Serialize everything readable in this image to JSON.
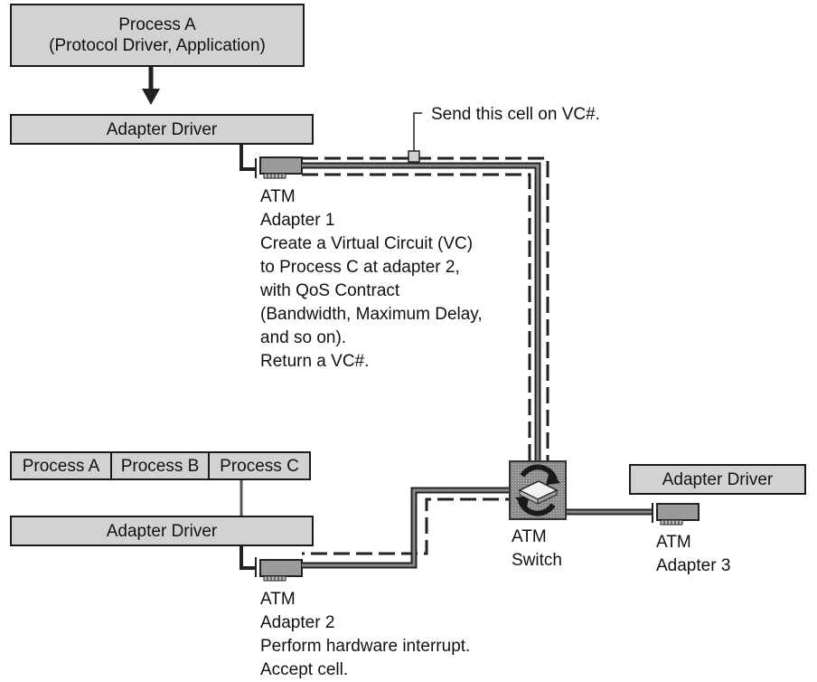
{
  "top_process": {
    "line1": "Process A",
    "line2": "(Protocol Driver, Application)"
  },
  "adapter_driver_1": "Adapter Driver",
  "send_note": "Send this cell on VC#.",
  "adapter1": {
    "lines": [
      "ATM",
      "Adapter 1",
      "Create a Virtual Circuit (VC)",
      "to Process C at adapter 2,",
      "with QoS Contract",
      "(Bandwidth, Maximum Delay,",
      "and so on).",
      "Return  a VC#."
    ]
  },
  "process_row": [
    "Process A",
    "Process B",
    "Process C"
  ],
  "adapter_driver_2": "Adapter Driver",
  "adapter2": {
    "lines": [
      "ATM",
      "Adapter 2",
      "Perform hardware interrupt.",
      "Accept cell."
    ]
  },
  "switch": {
    "line1": "ATM",
    "line2": "Switch"
  },
  "adapter_driver_3": "Adapter Driver",
  "adapter3": {
    "line1": "ATM",
    "line2": "Adapter 3"
  }
}
